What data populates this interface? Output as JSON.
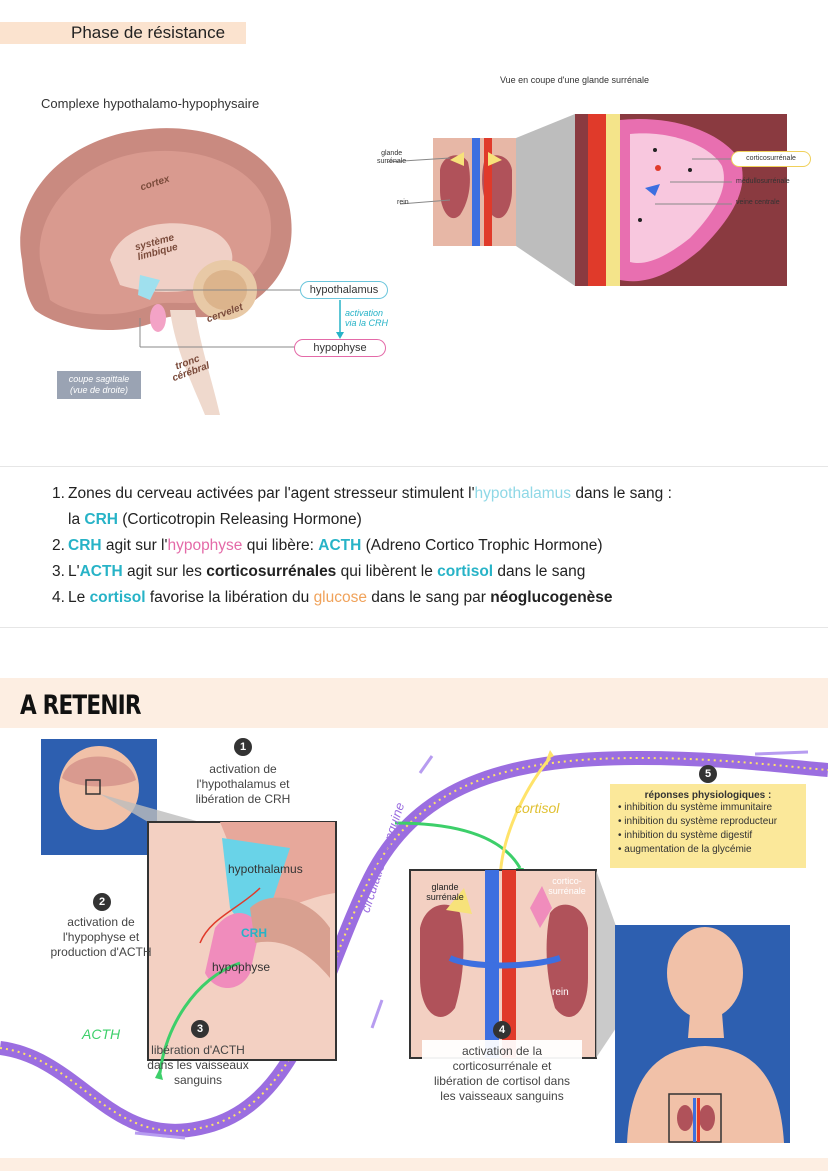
{
  "section_title": "Phase de résistance",
  "top_left_figure": {
    "title": "Complexe hypothalamo-hypophysaire",
    "labels": {
      "cortex": "cortex",
      "limbic": "système\nlimbique",
      "cerebellum": "cervelet",
      "brainstem": "tronc\ncérébral",
      "hypothalamus": "hypothalamus",
      "activation": "activation\nvia la CRH",
      "pituitary": "hypophyse",
      "caption": "coupe sagittale\n(vue de droite)"
    }
  },
  "top_right_figure": {
    "title": "Vue en coupe d'une glande surrénale",
    "labels": {
      "gland": "glande\nsurrénale",
      "kidney": "rein",
      "cortex": "corticosurrénale",
      "medulla": "médullosurrénale",
      "vein": "veine centrale"
    }
  },
  "steps": {
    "s1_num": "1.",
    "s1_a": "Zones du cerveau activées par l'agent stresseur stimulent l'",
    "s1_b": "hypothalamus",
    "s1_c": " dans le sang :",
    "s1_d": "la ",
    "s1_e": "CRH",
    "s1_f": " (Corticotropin Releasing Hormone)",
    "s2_num": "2.",
    "s2_a": "CRH",
    "s2_b": " agit sur l'",
    "s2_c": "hypophyse",
    "s2_d": " qui libère: ",
    "s2_e": "ACTH",
    "s2_f": " (Adreno Cortico Trophic Hormone)",
    "s3_num": "3.",
    "s3_a": "L'",
    "s3_b": "ACTH",
    "s3_c": " agit sur les ",
    "s3_d": "corticosurrénales",
    "s3_e": " qui libèrent le ",
    "s3_f": "cortisol",
    "s3_g": " dans le sang",
    "s4_num": "4.",
    "s4_a": "Le ",
    "s4_b": "cortisol",
    "s4_c": " favorise la libération du ",
    "s4_d": "glucose",
    "s4_e": " dans le sang par ",
    "s4_f": "néoglucogenèse"
  },
  "retenir_title": "A RETENIR",
  "bottom_diagram": {
    "step1": "activation de\nl'hypothalamus et\nlibération de CRH",
    "step2": "activation de\nl'hypophyse et\nproduction d'ACTH",
    "step3": "libération d'ACTH\ndans les vaisseaux\nsanguins",
    "step4": "activation de la\ncorticosurrénale et\nlibération de cortisol dans\nles vaisseaux sanguins",
    "n1": "1",
    "n2": "2",
    "n3": "3",
    "n4": "4",
    "n5": "5",
    "hypothalamus": "hypothalamus",
    "crh": "CRH",
    "pituitary": "hypophyse",
    "acth": "ACTH",
    "cortisol": "cortisol",
    "circulation": "circulation sanguine",
    "gland": "glande\nsurrénale",
    "cortico": "cortico-\nsurrénale",
    "kidney": "rein",
    "responses_title": "réponses physiologiques :",
    "responses": [
      "• inhibition du système immunitaire",
      "• inhibition du système reproducteur",
      "• inhibition du système digestif",
      "• augmentation de la glycémie"
    ]
  }
}
